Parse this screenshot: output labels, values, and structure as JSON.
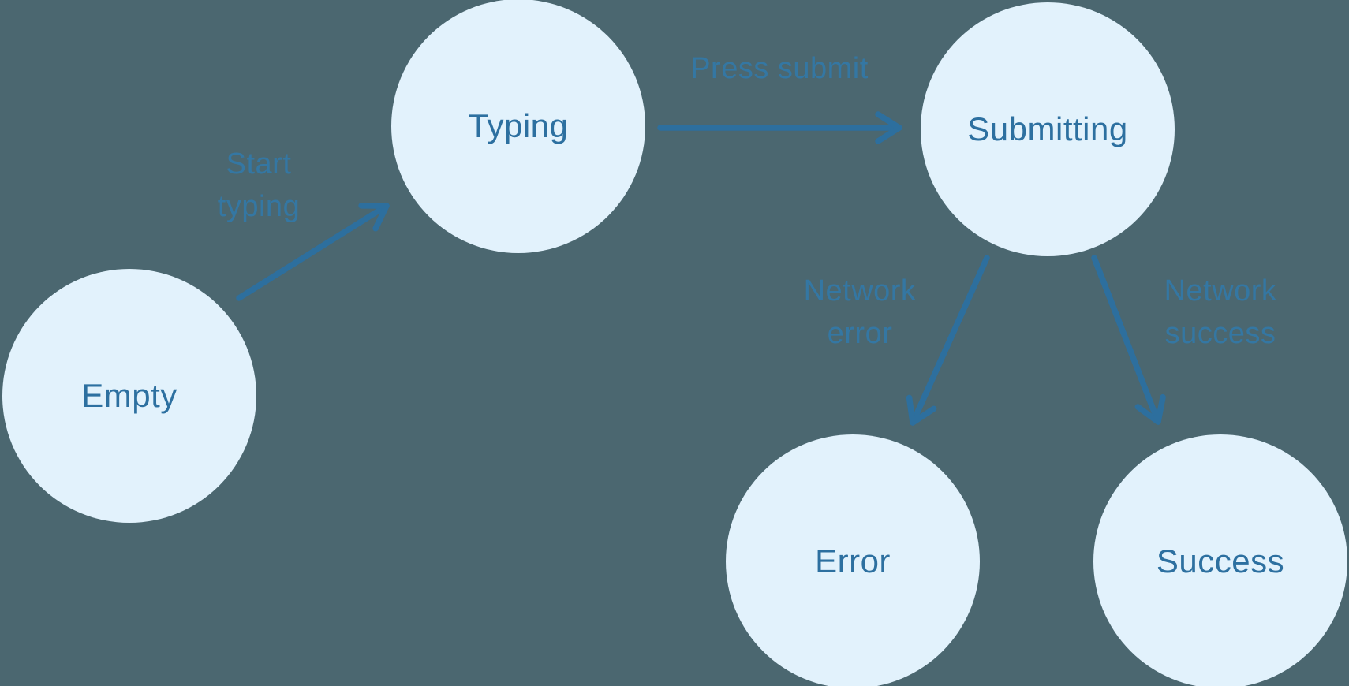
{
  "diagram": {
    "type": "state-machine-flowchart",
    "colors": {
      "background": "#4B6770",
      "node_fill": "#E2F2FC",
      "node_text": "#2D70A0",
      "arrow": "#2D6F9E",
      "edge_label": "#3477A3"
    },
    "nodes": [
      {
        "id": "empty",
        "label": "Empty"
      },
      {
        "id": "typing",
        "label": "Typing"
      },
      {
        "id": "submitting",
        "label": "Submitting"
      },
      {
        "id": "error",
        "label": "Error"
      },
      {
        "id": "success",
        "label": "Success"
      }
    ],
    "edges": [
      {
        "from": "empty",
        "to": "typing",
        "label": "Start\ntyping"
      },
      {
        "from": "typing",
        "to": "submitting",
        "label": "Press submit"
      },
      {
        "from": "submitting",
        "to": "error",
        "label": "Network\nerror"
      },
      {
        "from": "submitting",
        "to": "success",
        "label": "Network\nsuccess"
      }
    ]
  }
}
